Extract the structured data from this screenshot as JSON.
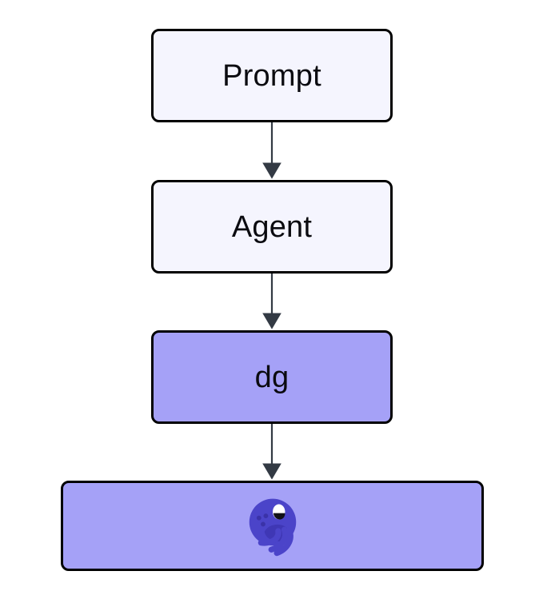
{
  "diagram": {
    "type": "flowchart",
    "direction": "top-to-bottom",
    "background_color": "#ffffff",
    "nodes": [
      {
        "id": "prompt",
        "label": "Prompt",
        "shape": "rounded-rectangle",
        "fill": "#f5f5fe",
        "stroke": "#000000",
        "text_color": "#0b0b10"
      },
      {
        "id": "agent",
        "label": "Agent",
        "shape": "rounded-rectangle",
        "fill": "#f5f5fe",
        "stroke": "#000000",
        "text_color": "#0b0b10"
      },
      {
        "id": "dg",
        "label": "dg",
        "shape": "rounded-rectangle",
        "fill": "#a5a1f7",
        "stroke": "#000000",
        "text_color": "#0b0b10"
      },
      {
        "id": "octopus",
        "label": "",
        "icon": "octopus-icon",
        "shape": "rounded-rectangle",
        "fill": "#a5a1f7",
        "stroke": "#000000",
        "text_color": "#0b0b10"
      }
    ],
    "edges": [
      {
        "id": "prompt-to-agent",
        "from": "prompt",
        "to": "agent",
        "label": "",
        "color": "#333a44",
        "arrowhead": "triangle"
      },
      {
        "id": "agent-to-dg",
        "from": "agent",
        "to": "dg",
        "label": "",
        "color": "#333a44",
        "arrowhead": "triangle"
      },
      {
        "id": "dg-to-octopus",
        "from": "dg",
        "to": "octopus",
        "label": "",
        "color": "#333a44",
        "arrowhead": "triangle"
      }
    ],
    "colors": {
      "node_light_fill": "#f5f5fe",
      "node_purple_fill": "#a5a1f7",
      "node_stroke": "#000000",
      "edge_color": "#333a44",
      "octopus_body": "#4b44c9",
      "octopus_shadow": "#3f37b5",
      "octopus_eye_white": "#ffffff",
      "octopus_pupil": "#111118"
    }
  }
}
